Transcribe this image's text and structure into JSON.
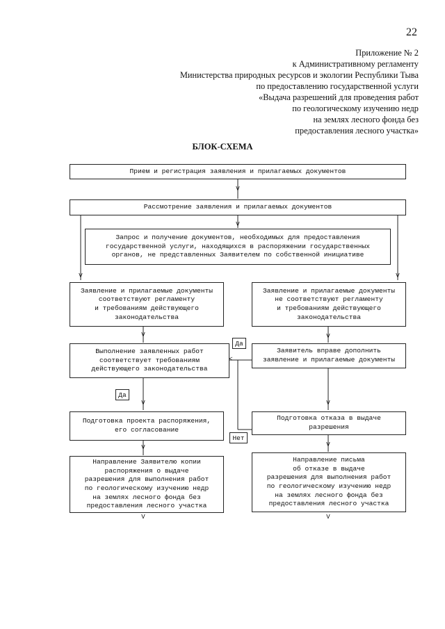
{
  "page_number": "22",
  "appendix": {
    "lines": [
      "Приложение № 2",
      "к Административному регламенту",
      "Министерства природных ресурсов и экологии Республики Тыва",
      "по предоставлению государственной услуги",
      "«Выдача разрешений для проведения работ",
      "по геологическому изучению недр",
      "на землях лесного фонда без",
      "предоставления лесного участка»"
    ]
  },
  "title": "БЛОК-СХЕМА",
  "flowchart": {
    "reception": [
      "Прием и регистрация заявления и прилагаемых документов"
    ],
    "review": [
      "Рассмотрение заявления и прилагаемых документов"
    ],
    "request": [
      "Запрос и получение документов, необходимых для предоставления",
      "государственной услуги, находящихся в распоряжении государственных",
      "органов, не представленных Заявителем по собственной инициативе"
    ],
    "compliant": [
      "Заявление и прилагаемые документы",
      "соответствуют регламенту",
      "и требованиям действующего",
      "законодательства"
    ],
    "noncompliant": [
      "Заявление и прилагаемые документы",
      "не соответствуют регламенту",
      "и требованиям действующего",
      "законодательства"
    ],
    "works_check": [
      "Выполнение заявленных работ",
      "соответствует требованиям",
      "действующего законодательства"
    ],
    "supplement": [
      "Заявитель вправе дополнить",
      "заявление и прилагаемые документы"
    ],
    "draft_order": [
      "Подготовка проекта распоряжения,",
      "его согласование"
    ],
    "refusal": [
      "Подготовка отказа в выдаче",
      "разрешения"
    ],
    "send_copy": [
      "Направление Заявителю копии",
      "распоряжения о выдаче",
      "разрешения для выполнения работ",
      "по геологическому изучению недр",
      "на землях лесного фонда без",
      "предоставления лесного участка"
    ],
    "send_refusal": [
      "Направление письма",
      "об отказе в выдаче",
      "разрешения для выполнения работ",
      "по геологическому изучению недр",
      "на землях лесного фонда без",
      "предоставления лесного участка"
    ],
    "yes_label": "Да",
    "no_label": "Нет",
    "arrow_glyph": "V",
    "left_arrow_glyph": "<"
  }
}
